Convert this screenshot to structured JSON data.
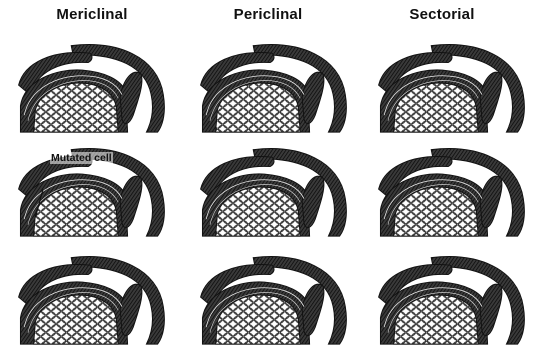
{
  "columns": [
    {
      "title": "Mericlinal"
    },
    {
      "title": "Periclinal"
    },
    {
      "title": "Sectorial"
    }
  ],
  "annotation": {
    "label": "Mutated cell"
  },
  "colors": {
    "tissue_dark": "#222222",
    "tissue_mid": "#555555",
    "cell_line": "#333333",
    "background": "#ffffff"
  },
  "icons": [
    "shoot-apex-section"
  ]
}
